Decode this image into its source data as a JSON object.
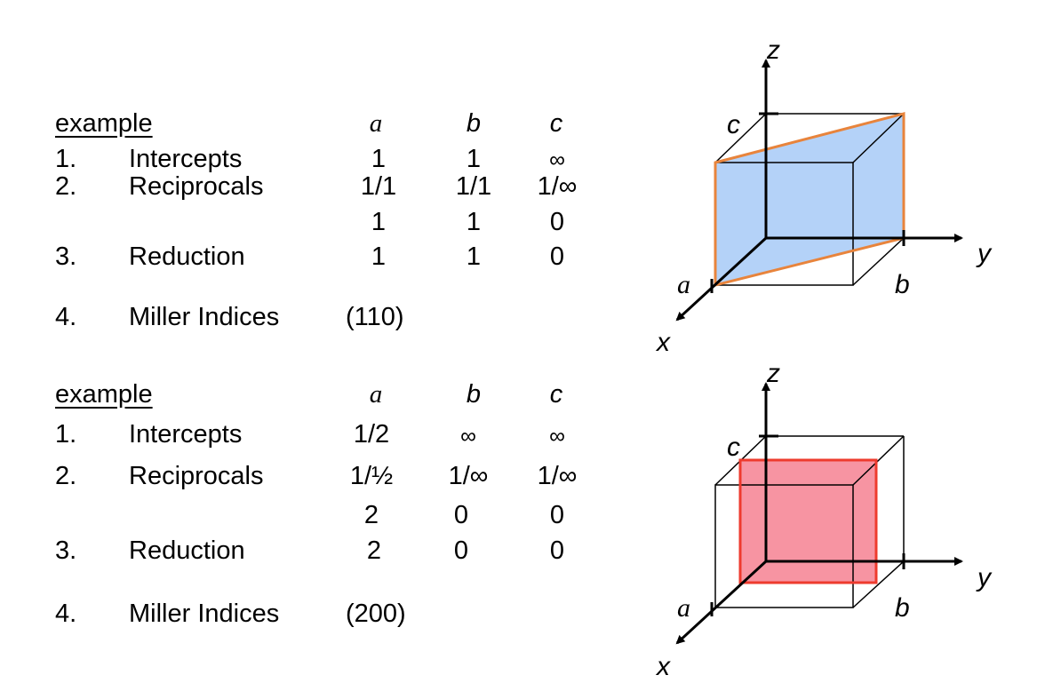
{
  "examples": [
    {
      "heading": "example",
      "col_headers": {
        "a": "a",
        "b": "b",
        "c": "c"
      },
      "rows": [
        {
          "num": "1.",
          "label": "Intercepts",
          "a": "1",
          "b": "1",
          "c": "∞"
        },
        {
          "num": "2.",
          "label": "Reciprocals",
          "a": "1/1",
          "b": "1/1",
          "c": "1/∞"
        },
        {
          "num": "",
          "label": "",
          "a": "1",
          "b": "1",
          "c": "0"
        },
        {
          "num": "3.",
          "label": "Reduction",
          "a": "1",
          "b": "1",
          "c": "0"
        }
      ],
      "miller": {
        "num": "4.",
        "label": "Miller Indices",
        "value": "(110)"
      },
      "diagram": {
        "plane_fill": "#b4d2f8",
        "plane_stroke": "#e8843c",
        "labels": {
          "z": "z",
          "y": "y",
          "x": "x",
          "a": "a",
          "b": "b",
          "c": "c"
        }
      }
    },
    {
      "heading": "example",
      "col_headers": {
        "a": "a",
        "b": "b",
        "c": "c"
      },
      "rows": [
        {
          "num": "1.",
          "label": "Intercepts",
          "a": "1/2",
          "b": "∞",
          "c": "∞"
        },
        {
          "num": "2.",
          "label": "Reciprocals",
          "a": "1/½",
          "b": "1/∞",
          "c": "1/∞"
        },
        {
          "num": "",
          "label": "",
          "a": "2",
          "b": "0",
          "c": "0"
        },
        {
          "num": "3.",
          "label": "Reduction",
          "a": "2",
          "b": "0",
          "c": "0"
        }
      ],
      "miller": {
        "num": "4.",
        "label": "Miller Indices",
        "value": "(200)"
      },
      "diagram": {
        "plane_fill": "#f794a2",
        "plane_stroke": "#ee3b2e",
        "labels": {
          "z": "z",
          "y": "y",
          "x": "x",
          "a": "a",
          "b": "b",
          "c": "c"
        }
      }
    }
  ]
}
